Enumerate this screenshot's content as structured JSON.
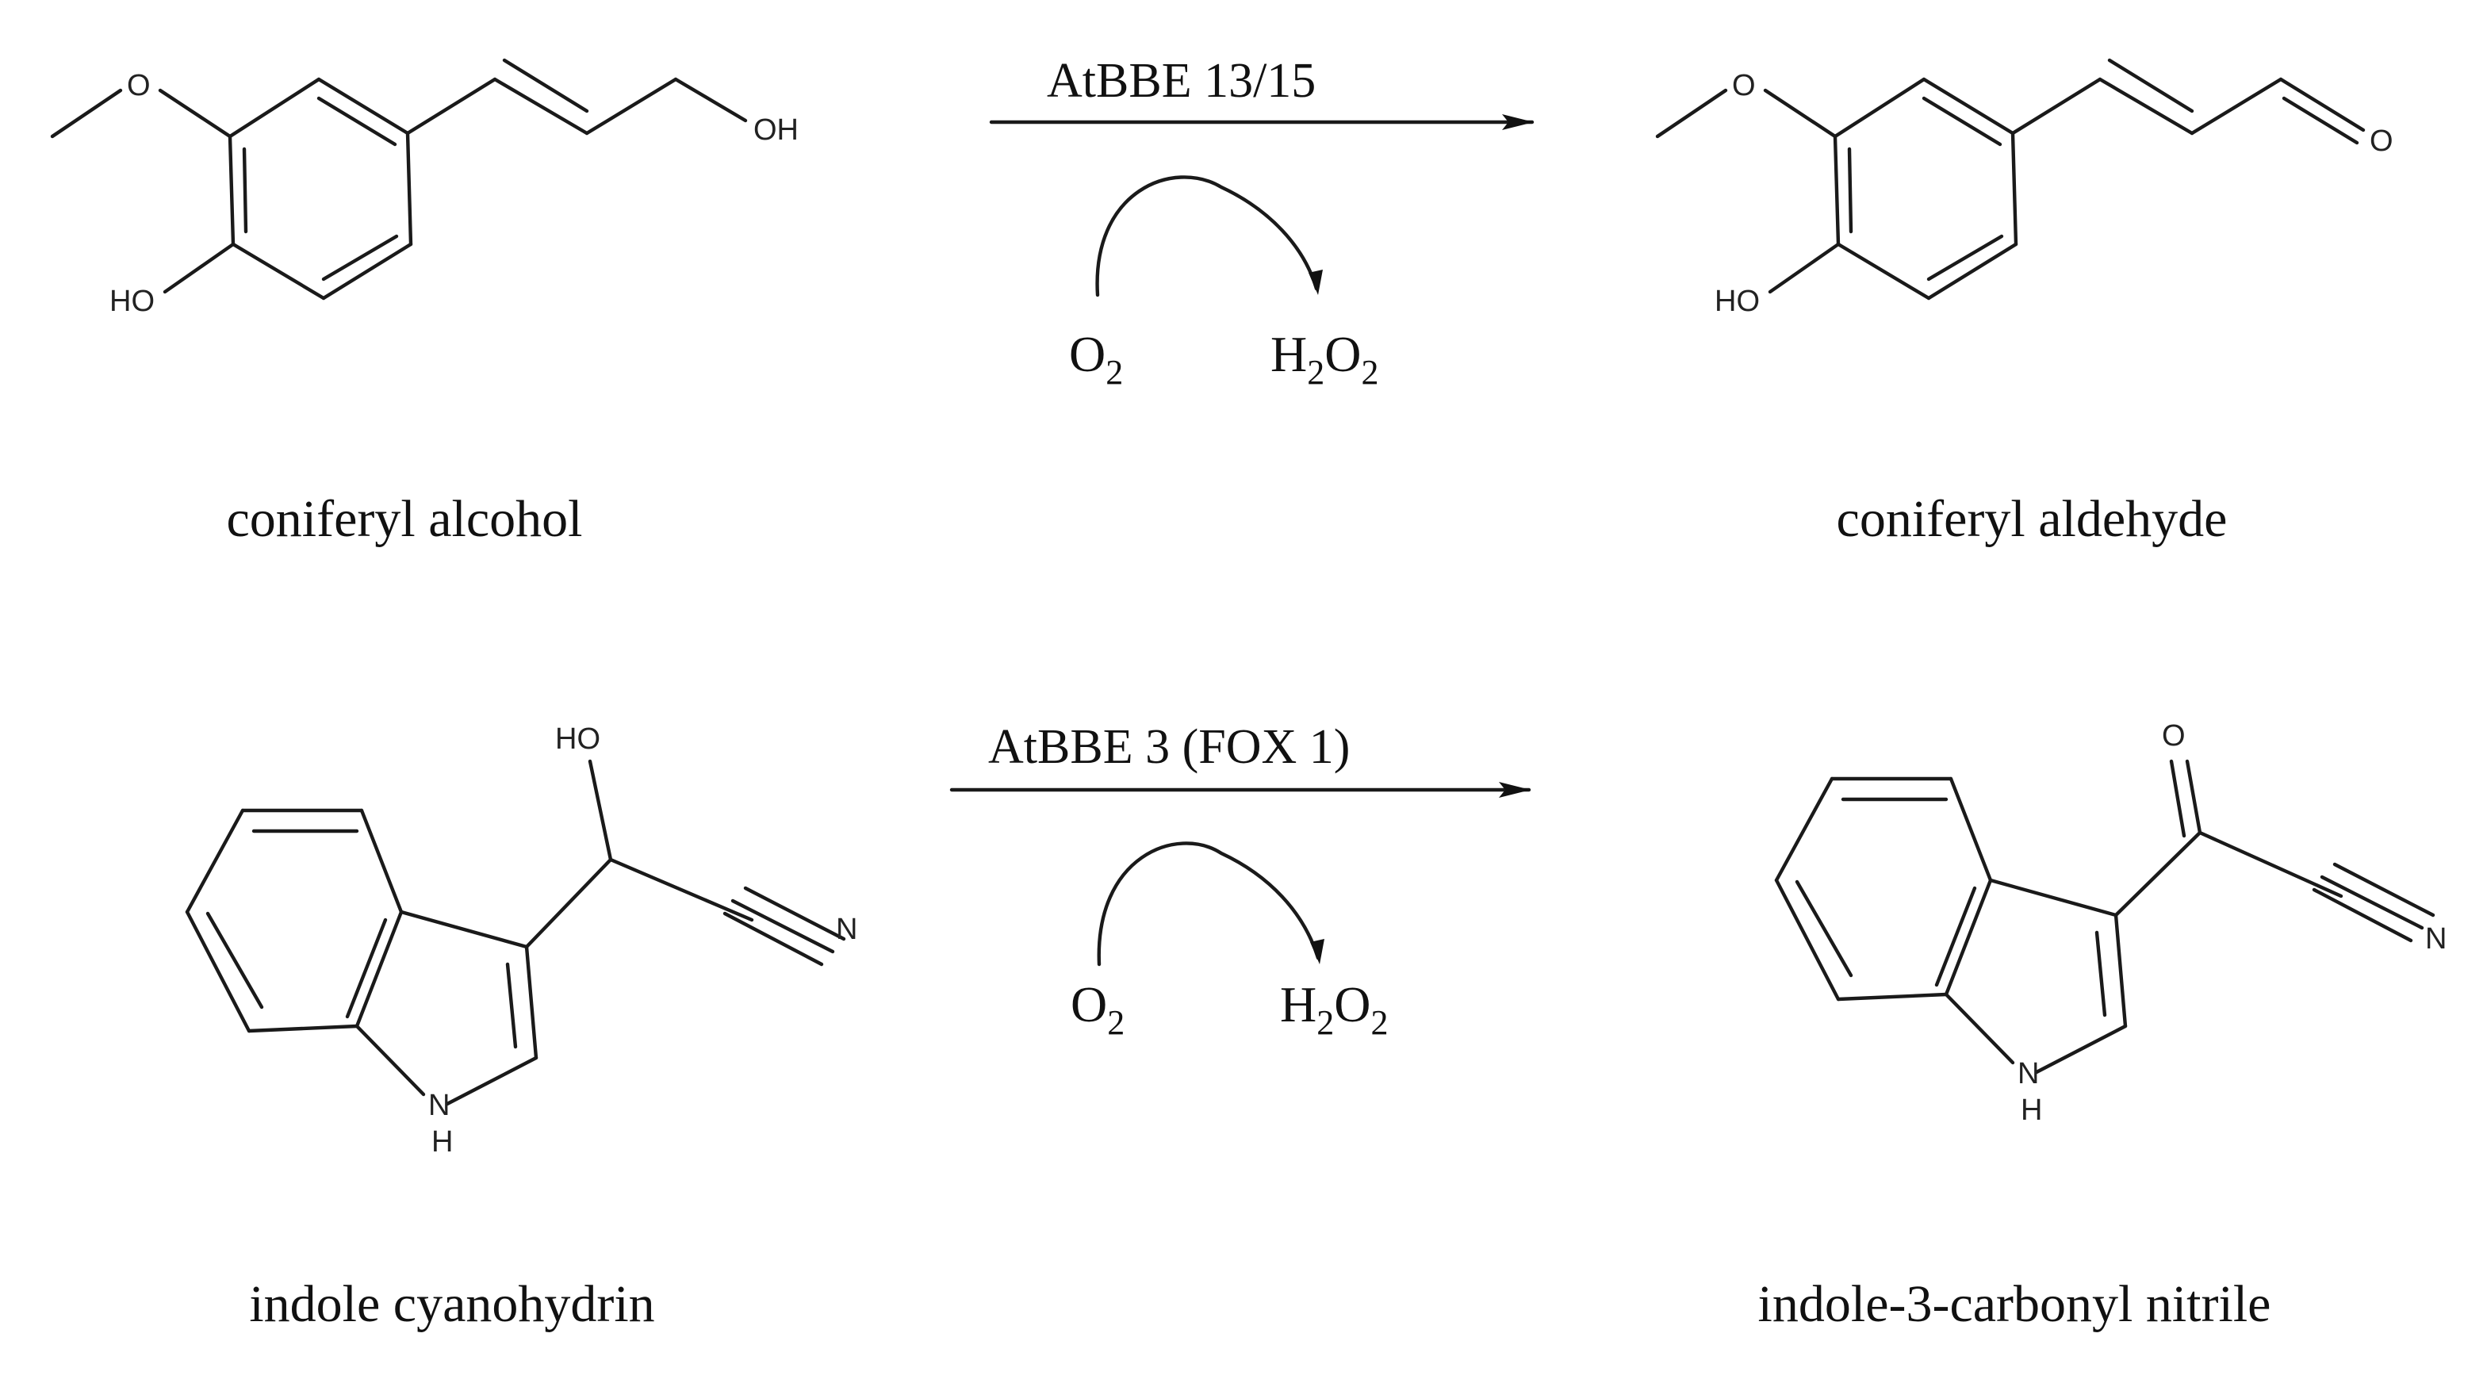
{
  "diagram": {
    "type": "enzymatic reaction scheme",
    "reactions": [
      {
        "substrate": {
          "name": "coniferyl alcohol",
          "atoms": {
            "methoxy_o": "O",
            "hydroxyl": "HO",
            "terminal": "OH"
          }
        },
        "enzyme": "AtBBE 13/15",
        "cosubstrate": {
          "main": "O",
          "sub": "2"
        },
        "coproduct": {
          "h": "H",
          "h_sub": "2",
          "o": "O",
          "o_sub": "2"
        },
        "product": {
          "name": "coniferyl aldehyde",
          "atoms": {
            "methoxy_o": "O",
            "hydroxyl": "HO",
            "terminal": "O"
          }
        }
      },
      {
        "substrate": {
          "name": "indole cyanohydrin",
          "atoms": {
            "hydroxyl": "HO",
            "nitrile_n": "N",
            "ring_n": "N",
            "ring_h": "H"
          }
        },
        "enzyme": "AtBBE 3 (FOX 1)",
        "cosubstrate": {
          "main": "O",
          "sub": "2"
        },
        "coproduct": {
          "h": "H",
          "h_sub": "2",
          "o": "O",
          "o_sub": "2"
        },
        "product": {
          "name": "indole-3-carbonyl nitrile",
          "atoms": {
            "carbonyl_o": "O",
            "nitrile_n": "N",
            "ring_n": "N",
            "ring_h": "H"
          }
        }
      }
    ]
  }
}
